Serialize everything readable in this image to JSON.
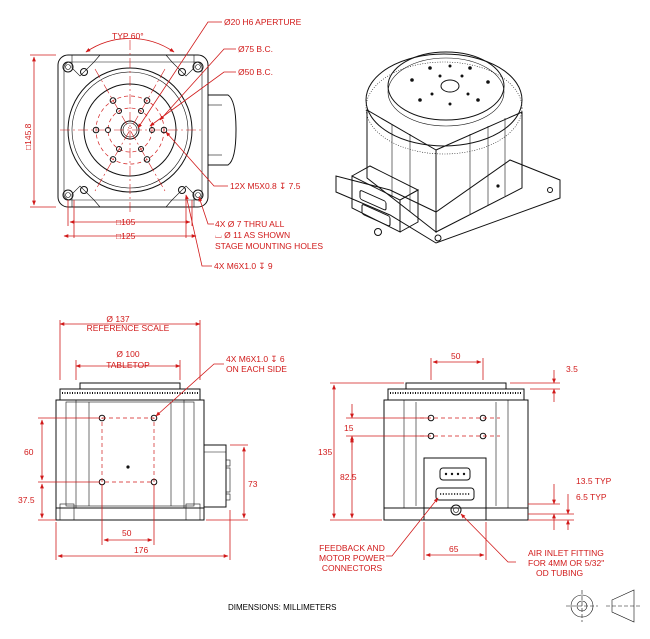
{
  "top_view": {
    "typ_angle": "TYP 60°",
    "aperture": "Ø20 H6 APERTURE",
    "bc75": "Ø75 B.C.",
    "bc50": "Ø50 B.C.",
    "square_145": "□145.8",
    "holes_m5": "12X M5X0.8 ↧ 7.5",
    "square_105": "□105",
    "square_125": "□125",
    "thru_line1": "4X  Ø 7 THRU ALL",
    "thru_line2": "⌴ Ø 11 AS SHOWN",
    "thru_line3": "STAGE MOUNTING HOLES",
    "m6_bottom": "4X M6X1.0 ↧ 9"
  },
  "front_view": {
    "d137": "Ø 137",
    "reference_scale": "REFERENCE SCALE",
    "d100": "Ø 100",
    "tabletop": "TABLETOP",
    "m6_side_1": "4X M6X1.0 ↧ 6",
    "m6_side_2": "ON EACH SIDE",
    "h60": "60",
    "h37_5": "37.5",
    "w50": "50",
    "w176": "176",
    "h73": "73"
  },
  "side_view": {
    "w50": "50",
    "h3_5": "3.5",
    "h15": "15",
    "h135": "135",
    "h82_5": "82.5",
    "typ13_5": "13.5 TYP",
    "typ6_5": "6.5 TYP",
    "w65": "65",
    "connectors_1": "FEEDBACK AND",
    "connectors_2": "MOTOR POWER",
    "connectors_3": "CONNECTORS",
    "air_1": "AIR INLET FITTING",
    "air_2": "FOR 4MM OR 5/32\"",
    "air_3": "OD TUBING"
  },
  "footer": {
    "units": "DIMENSIONS:  MILLIMETERS",
    "projection_symbol": "third-angle-projection-icon"
  },
  "colors": {
    "dimension": "#d11a1a",
    "outline": "#111111"
  }
}
